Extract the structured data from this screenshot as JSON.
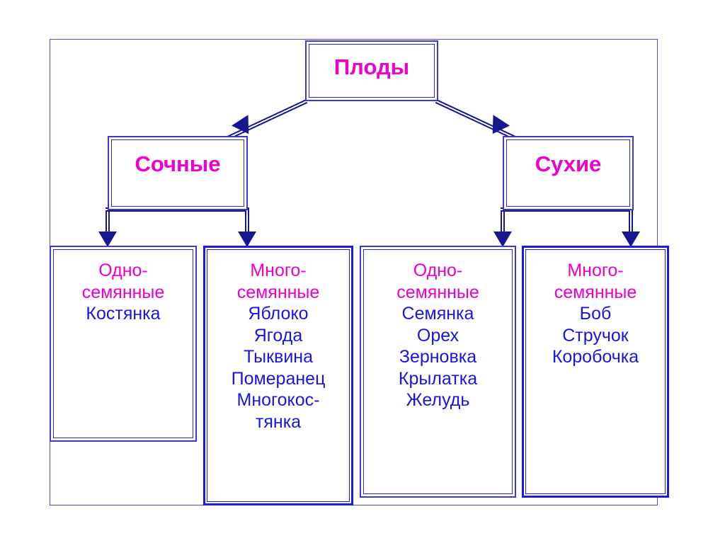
{
  "diagram": {
    "title": "Плоды",
    "type": "classification-tree",
    "colors": {
      "heading_text": "#ee00cc",
      "item_text": "#1717dd",
      "box_border": "#1a1ae0",
      "connector": "#16168f",
      "frame": "#5a4ad8",
      "background": "#ffffff"
    },
    "root": {
      "label": "Плоды"
    },
    "level2": [
      {
        "label": "Сочные"
      },
      {
        "label": "Сухие"
      }
    ],
    "leaves": [
      {
        "heading_line1": "Одно-",
        "heading_line2": "семянные",
        "items": [
          "Костянка"
        ]
      },
      {
        "heading_line1": "Много-",
        "heading_line2": "семянные",
        "items": [
          "Яблоко",
          "Ягода",
          "Тыквина",
          "Померанец",
          "Многокос-",
          "тянка"
        ]
      },
      {
        "heading_line1": "Одно-",
        "heading_line2": "семянные",
        "items": [
          "Семянка",
          "Орех",
          "Зерновка",
          "Крылатка",
          "Желудь"
        ]
      },
      {
        "heading_line1": "Много-",
        "heading_line2": "семянные",
        "items": [
          "Боб",
          "Стручок",
          "Коробочка"
        ]
      }
    ]
  }
}
